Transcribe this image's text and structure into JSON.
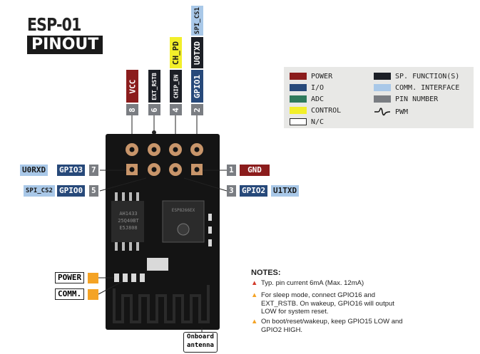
{
  "header": {
    "title": "ESP-01",
    "subtitle": "PINOUT"
  },
  "top_pins": [
    {
      "number": "8",
      "labels": [
        "VCC"
      ]
    },
    {
      "number": "6",
      "labels": [
        "EXT_RSTB"
      ]
    },
    {
      "number": "4",
      "labels": [
        "CHIP_EN",
        "CH_PD"
      ]
    },
    {
      "number": "2",
      "labels": [
        "GPIO1",
        "U0TXD",
        "SPI_CS1"
      ]
    }
  ],
  "side_pins": [
    {
      "number": "7",
      "labels": [
        "U0RXD",
        "GPIO3"
      ]
    },
    {
      "number": "5",
      "labels": [
        "SPI_CS2",
        "GPIO0"
      ]
    },
    {
      "number": "1",
      "labels": [
        "GND"
      ]
    },
    {
      "number": "3",
      "labels": [
        "GPIO2",
        "U1TXD"
      ]
    }
  ],
  "legend": {
    "items": [
      {
        "label": "POWER",
        "color": "#8b1c1c"
      },
      {
        "label": "I/O",
        "color": "#27497a"
      },
      {
        "label": "ADC",
        "color": "#2f7a5c"
      },
      {
        "label": "CONTROL",
        "color": "#f2ef2a"
      },
      {
        "label": "N/C",
        "color": "#ffffff"
      },
      {
        "label": "SP. FUNCTION(S)",
        "color": "#1c1f26"
      },
      {
        "label": "COMM. INTERFACE",
        "color": "#a9c8e8"
      },
      {
        "label": "PIN NUMBER",
        "color": "#7a7d82"
      },
      {
        "label": "PWM",
        "icon": "pwm-wave-icon"
      }
    ]
  },
  "indicators": {
    "power": "POWER",
    "comm": "COMM."
  },
  "board": {
    "chip1": [
      "AH1433",
      "25Q40BT",
      "E5J808"
    ],
    "chip2": [
      "ESP8266EX"
    ],
    "antenna": [
      "Onboard",
      "antenna"
    ]
  },
  "notes": {
    "title": "NOTES:",
    "items": [
      {
        "icon": "warning-red-icon",
        "text": "Typ. pin current 6mA (Max. 12mA)"
      },
      {
        "icon": "warning-orange-icon",
        "text": "For sleep mode, connect GPIO16 and EXT_RSTB. On wakeup, GPIO16 will output LOW for system reset."
      },
      {
        "icon": "warning-orange-icon",
        "text": "On boot/reset/wakeup, keep GPIO15 LOW and GPIO2 HIGH."
      }
    ]
  },
  "colors": {
    "power": "#8b1c1c",
    "io": "#27497a",
    "adc": "#2f7a5c",
    "control": "#f2ef2a",
    "special": "#1c1f26",
    "comm": "#a9c8e8",
    "pin_number": "#7a7d82",
    "board": "#141414",
    "pad": "#c8956a",
    "warning_red": "#d23a2a",
    "warning_orange": "#f4a325"
  }
}
